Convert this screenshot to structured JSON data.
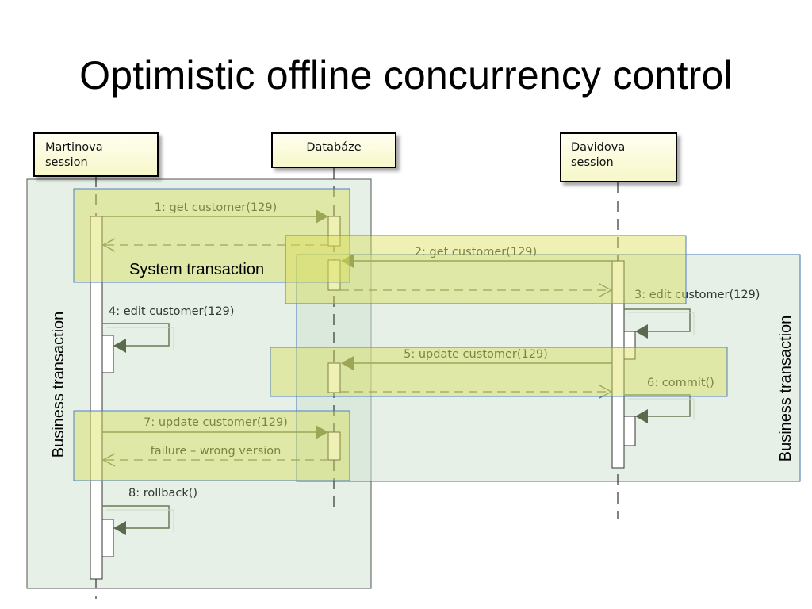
{
  "slide": {
    "title": "Optimistic offline concurrency control"
  },
  "participants": {
    "martinova": {
      "line1": "Martinova",
      "line2": "session"
    },
    "database": {
      "label": "Databáze"
    },
    "davidova": {
      "line1": "Davidova",
      "line2": "session"
    }
  },
  "messages": {
    "m1": "1: get customer(129)",
    "m2": "2: get customer(129)",
    "m3": "3: edit customer(129)",
    "m4": "4: edit customer(129)",
    "m5": "5: update customer(129)",
    "m6": "6: commit()",
    "m7": "7: update customer(129)",
    "m7_reply": "failure – wrong version",
    "m8": "8: rollback()"
  },
  "regions": {
    "system_transaction": "System transaction",
    "business_transaction_left": "Business transaction",
    "business_transaction_right": "Business transaction"
  },
  "colors": {
    "business_fill": "#c9dccb",
    "system_fill": "#dfe27a",
    "lifeline": "#555555",
    "message_line": "#6b7a55",
    "arrow_head": "#5b6a4c"
  }
}
